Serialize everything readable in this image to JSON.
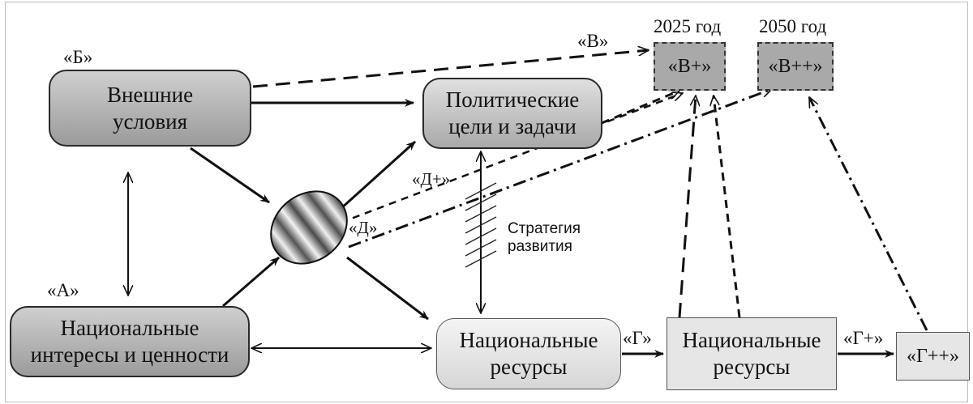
{
  "nodes": {
    "external": "Внешние\nусловия",
    "political": "Политические\nцели и задачи",
    "national_interests": "Национальные\nинтересы и ценности",
    "national_resources_1": "Национальные\nресурсы",
    "national_resources_2": "Национальные\nресурсы",
    "v_plus": "«В+»",
    "v_plus_plus": "«В++»",
    "g_plus_plus": "«Г++»"
  },
  "labels": {
    "b": "«Б»",
    "a": "«А»",
    "v": "«В»",
    "year_2025": "2025 год",
    "year_2050": "2050 год",
    "d_plus": "«Д+»",
    "d": "«Д»",
    "strategy": "Стратегия\nразвития",
    "g": "«Г»",
    "g_plus": "«Г+»"
  }
}
